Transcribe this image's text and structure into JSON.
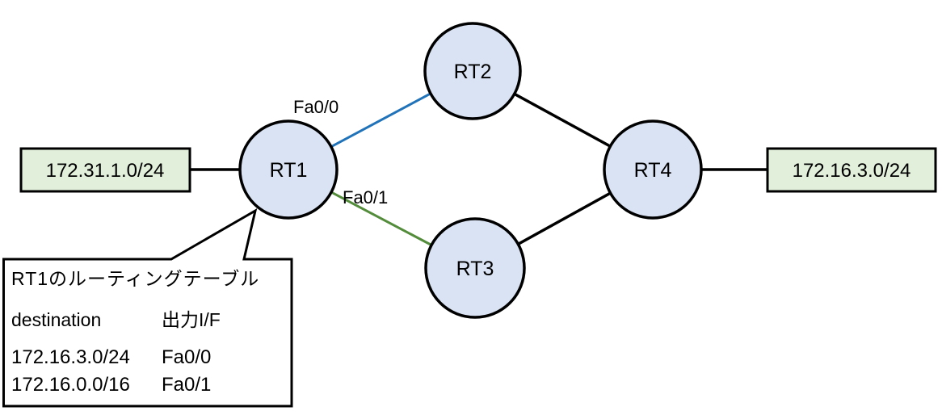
{
  "colors": {
    "node_fill": "#dae3f3",
    "node_stroke": "#000000",
    "network_fill": "#e2efda",
    "link_black": "#000000",
    "link_blue": "#2173b9",
    "link_green": "#538c3a",
    "text_blue": "#2173b9",
    "text_green": "#538135"
  },
  "nodes": {
    "rt1": {
      "label": "RT1"
    },
    "rt2": {
      "label": "RT2"
    },
    "rt3": {
      "label": "RT3"
    },
    "rt4": {
      "label": "RT4"
    }
  },
  "networks": {
    "left": {
      "label": "172.31.1.0/24"
    },
    "right": {
      "label": "172.16.3.0/24"
    }
  },
  "interfaces": {
    "fa00": {
      "label": "Fa0/0"
    },
    "fa01": {
      "label": "Fa0/1"
    }
  },
  "routing_table": {
    "title": "RT1のルーティングテーブル",
    "headers": {
      "destination": "destination",
      "out_iface": "出力I/F"
    },
    "rows": [
      {
        "destination": "172.16.3.0/24",
        "iface": "Fa0/0"
      },
      {
        "destination": "172.16.0.0/16",
        "iface": "Fa0/1"
      }
    ]
  }
}
